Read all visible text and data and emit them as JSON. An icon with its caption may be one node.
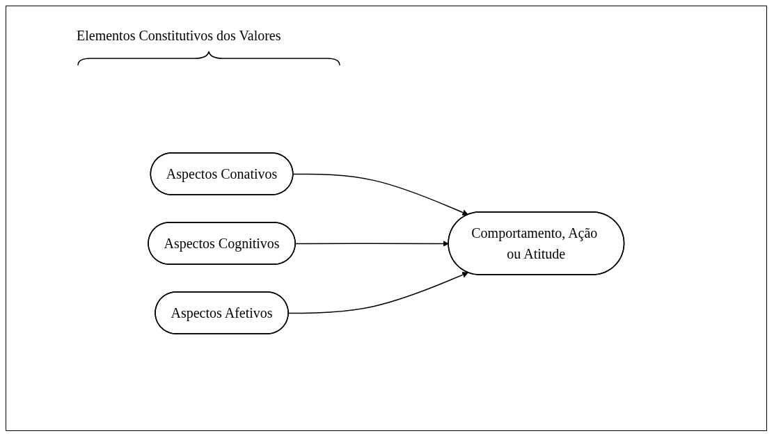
{
  "diagram": {
    "nodes": [
      {
        "text": [
          "Aspectos Conativos"
        ]
      },
      {
        "text": [
          "Aspectos Cognitivos"
        ]
      },
      {
        "text": [
          "Aspectos Afetivos"
        ]
      },
      {
        "text": [
          "Comportamento, Ação ou Atitude"
        ]
      }
    ],
    "edges": [
      {
        "from": 0,
        "to": 3,
        "arrow": "to"
      },
      {
        "from": 1,
        "to": 3,
        "arrow": "to"
      },
      {
        "from": 2,
        "to": 3,
        "arrow": "to"
      }
    ],
    "labels": [
      "Elementos Constitutivos dos Valores"
    ]
  }
}
